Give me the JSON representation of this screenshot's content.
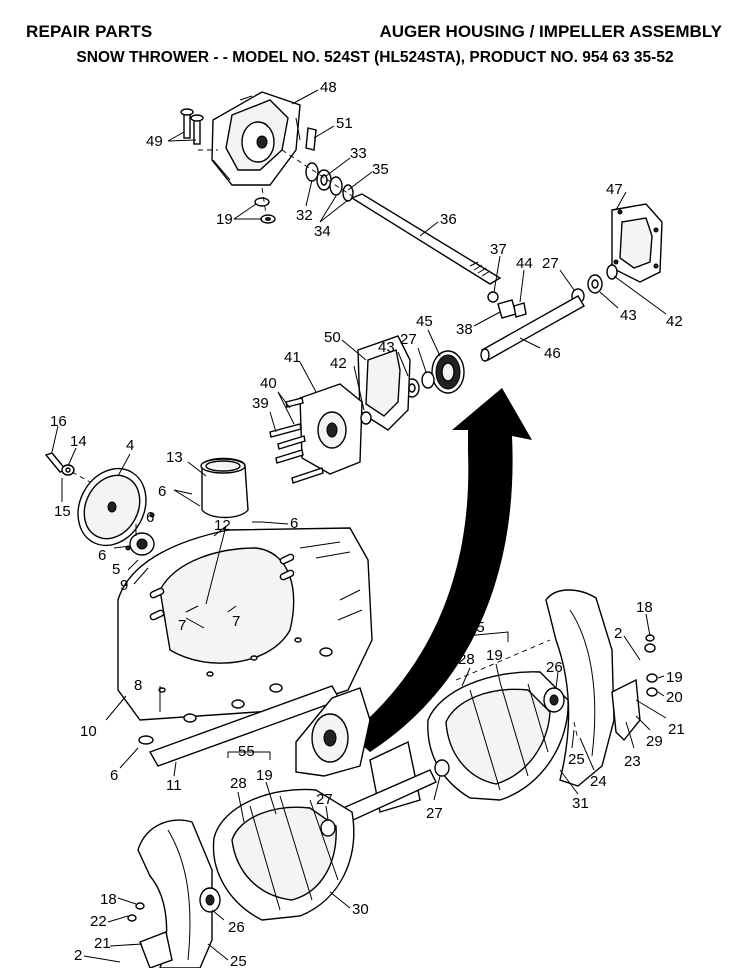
{
  "header": {
    "left_title": "REPAIR PARTS",
    "right_title": "AUGER HOUSING / IMPELLER ASSEMBLY",
    "subtitle": "SNOW THROWER - - MODEL NO. 524ST (HL524STA), PRODUCT NO. 954 63 35-52"
  },
  "callouts": {
    "c48": "48",
    "c49": "49",
    "c51": "51",
    "c33": "33",
    "c35": "35",
    "c32": "32",
    "c34": "34",
    "c19a": "19",
    "c36": "36",
    "c47": "47",
    "c37": "37",
    "c44": "44",
    "c27a": "27",
    "c38": "38",
    "c43a": "43",
    "c42a": "42",
    "c45": "45",
    "c50": "50",
    "c43b": "43",
    "c27b": "27",
    "c46": "46",
    "c41": "41",
    "c42b": "42",
    "c40": "40",
    "c39": "39",
    "c16": "16",
    "c14": "14",
    "c4": "4",
    "c13": "13",
    "c6a": "6",
    "c15": "15",
    "c6b": "6",
    "c12": "12",
    "c6c": "6",
    "c6d": "6",
    "c5": "5",
    "c9": "9",
    "c7a": "7",
    "c7b": "7",
    "c8": "8",
    "c10": "10",
    "c6e": "6",
    "c11": "11",
    "c55a": "55",
    "c28a": "28",
    "c19b": "19",
    "c26a": "26",
    "c18a": "18",
    "c2a": "2",
    "c19c": "19",
    "c20": "20",
    "c21a": "21",
    "c29": "29",
    "c23": "23",
    "c25a": "25",
    "c24": "24",
    "c31": "31",
    "c27c": "27",
    "c55b": "55",
    "c28b": "28",
    "c19d": "19",
    "c27d": "27",
    "c30": "30",
    "c18b": "18",
    "c22": "22",
    "c21b": "21",
    "c2b": "2",
    "c26b": "26",
    "c25b": "25"
  }
}
